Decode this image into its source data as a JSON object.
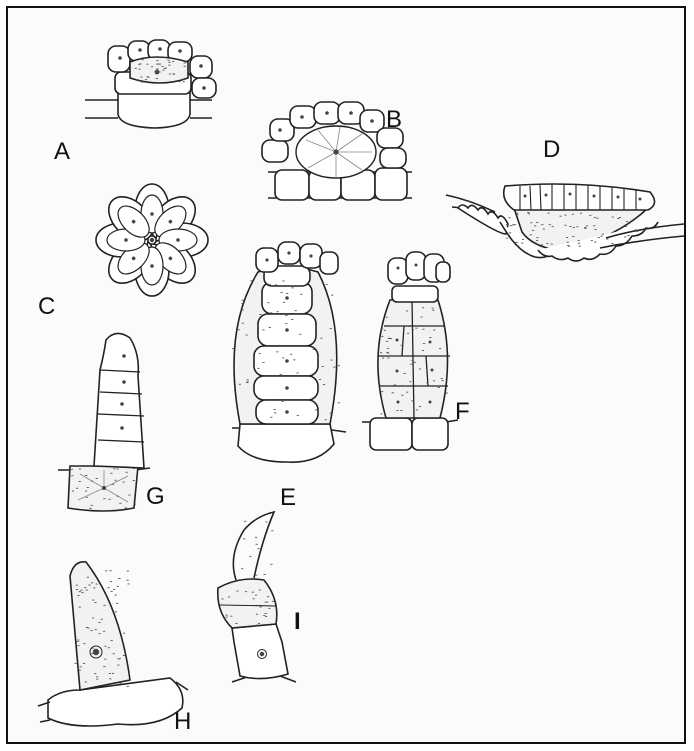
{
  "figure": {
    "labels": [
      {
        "id": "A",
        "text": "A"
      },
      {
        "id": "B",
        "text": "B"
      },
      {
        "id": "C",
        "text": "C"
      },
      {
        "id": "D",
        "text": "D"
      },
      {
        "id": "E",
        "text": "E"
      },
      {
        "id": "F",
        "text": "F"
      },
      {
        "id": "G",
        "text": "G"
      },
      {
        "id": "H",
        "text": "H"
      },
      {
        "id": "I",
        "text": "I"
      }
    ],
    "colors": {
      "ink": "#222222",
      "paper": "#fbfbfb",
      "frame": "#111111"
    }
  }
}
